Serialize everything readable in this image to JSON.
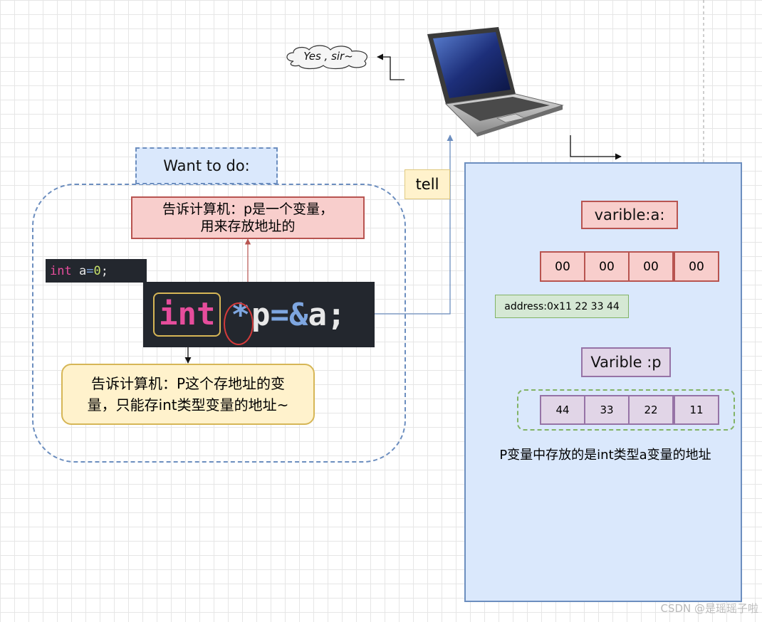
{
  "cloud": {
    "text": "Yes , sir~"
  },
  "want": {
    "title": "Want to do:",
    "note_red": "告诉计算机：p是一个变量，\n用来存放地址的",
    "note_yellow": "告诉计算机：P这个存地址的变\n量，只能存int类型变量的地址~"
  },
  "code": {
    "decl_a": {
      "keyword": "int",
      "name": " a",
      "eq": "=",
      "value": "0",
      "end": ";"
    },
    "decl_p": {
      "keyword": "int",
      "star": "*",
      "name": "p",
      "eq": "=",
      "amp": "&",
      "target": "a",
      "end": ";"
    }
  },
  "tell": {
    "label": "tell"
  },
  "memory": {
    "var_a_label": "varible:a:",
    "a_bytes": [
      "00",
      "00",
      "00",
      "00"
    ],
    "address": "address:0x11 22 33 44",
    "var_p_label": "Varible :p",
    "p_bytes": [
      "44",
      "33",
      "22",
      "11"
    ],
    "caption": "P变量中存放的是int类型a变量的地址"
  },
  "watermark": "CSDN @是瑶瑶子啦",
  "colors": {
    "blue_fill": "#dae8fc",
    "blue_stroke": "#6c8ebf",
    "red_fill": "#f8cecc",
    "red_stroke": "#b85450",
    "yellow_fill": "#fff2cc",
    "yellow_stroke": "#d6b656",
    "purple_fill": "#e1d5e7",
    "purple_stroke": "#9673a6",
    "green_fill": "#d5e8d4",
    "green_stroke": "#82b366"
  }
}
